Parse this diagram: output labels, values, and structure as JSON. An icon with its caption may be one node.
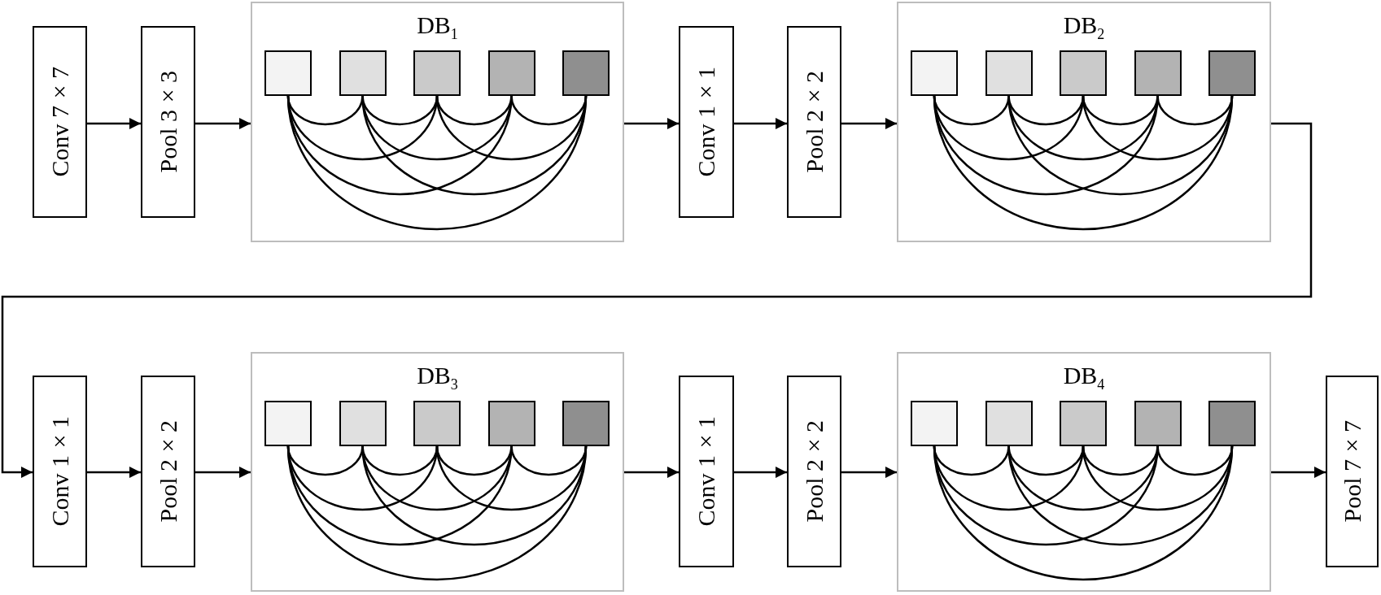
{
  "diagram": {
    "nodes": [
      {
        "text": [
          "Conv 7×7"
        ]
      },
      {
        "text": [
          "Pool 3×3"
        ]
      },
      {
        "text": [
          "DB$_{1}$"
        ]
      },
      {
        "text": [],
        "shape": "box",
        "in": 2
      },
      {
        "text": [],
        "shape": "box",
        "in": 2
      },
      {
        "text": [],
        "shape": "box",
        "in": 2
      },
      {
        "text": [],
        "shape": "box",
        "in": 2
      },
      {
        "text": [],
        "shape": "box",
        "in": 2
      },
      {
        "text": [
          "Conv 1×1"
        ]
      },
      {
        "text": [
          "Pool 2×2"
        ]
      },
      {
        "text": [
          "DB$_{2}$"
        ]
      },
      {
        "text": [],
        "shape": "box",
        "in": 10
      },
      {
        "text": [],
        "shape": "box",
        "in": 10
      },
      {
        "text": [],
        "shape": "box",
        "in": 10
      },
      {
        "text": [],
        "shape": "box",
        "in": 10
      },
      {
        "text": [],
        "shape": "box",
        "in": 10
      },
      {
        "text": [
          "Conv 1×1"
        ]
      },
      {
        "text": [
          "Pool 2×2"
        ]
      },
      {
        "text": [
          "DB$_{3}$"
        ]
      },
      {
        "text": [],
        "shape": "box",
        "in": 18
      },
      {
        "text": [],
        "shape": "box",
        "in": 18
      },
      {
        "text": [],
        "shape": "box",
        "in": 18
      },
      {
        "text": [],
        "shape": "box",
        "in": 18
      },
      {
        "text": [],
        "shape": "box",
        "in": 18
      },
      {
        "text": [
          "Conv 1×1"
        ]
      },
      {
        "text": [
          "Pool 2×2"
        ]
      },
      {
        "text": [
          "DB$_{4}$"
        ]
      },
      {
        "text": [],
        "shape": "box",
        "in": 26
      },
      {
        "text": [],
        "shape": "box",
        "in": 26
      },
      {
        "text": [],
        "shape": "box",
        "in": 26
      },
      {
        "text": [],
        "shape": "box",
        "in": 26
      },
      {
        "text": [],
        "shape": "box",
        "in": 26
      },
      {
        "text": [
          "Pool 7×7"
        ]
      }
    ],
    "edges": [
      {
        "from": 0,
        "to": 1,
        "arrow": "to"
      },
      {
        "from": 1,
        "to": 2,
        "arrow": "to"
      },
      {
        "from": 2,
        "to": 8,
        "arrow": "to"
      },
      {
        "from": 8,
        "to": 9,
        "arrow": "to"
      },
      {
        "from": 9,
        "to": 10,
        "arrow": "to"
      },
      {
        "from": 10,
        "to": 16,
        "arrow": "to"
      },
      {
        "from": 16,
        "to": 17,
        "arrow": "to"
      },
      {
        "from": 17,
        "to": 18,
        "arrow": "to"
      },
      {
        "from": 18,
        "to": 24,
        "arrow": "to"
      },
      {
        "from": 24,
        "to": 25,
        "arrow": "to"
      },
      {
        "from": 25,
        "to": 26,
        "arrow": "to"
      },
      {
        "from": 26,
        "to": 32,
        "arrow": "to"
      },
      {
        "from": 3,
        "to": 4,
        "arrow": "none"
      },
      {
        "from": 3,
        "to": 5,
        "arrow": "none"
      },
      {
        "from": 3,
        "to": 6,
        "arrow": "none"
      },
      {
        "from": 3,
        "to": 7,
        "arrow": "none"
      },
      {
        "from": 4,
        "to": 5,
        "arrow": "none"
      },
      {
        "from": 4,
        "to": 6,
        "arrow": "none"
      },
      {
        "from": 4,
        "to": 7,
        "arrow": "none"
      },
      {
        "from": 5,
        "to": 6,
        "arrow": "none"
      },
      {
        "from": 5,
        "to": 7,
        "arrow": "none"
      },
      {
        "from": 6,
        "to": 7,
        "arrow": "none"
      },
      {
        "from": 11,
        "to": 12,
        "arrow": "none"
      },
      {
        "from": 11,
        "to": 13,
        "arrow": "none"
      },
      {
        "from": 11,
        "to": 14,
        "arrow": "none"
      },
      {
        "from": 11,
        "to": 15,
        "arrow": "none"
      },
      {
        "from": 12,
        "to": 13,
        "arrow": "none"
      },
      {
        "from": 12,
        "to": 14,
        "arrow": "none"
      },
      {
        "from": 12,
        "to": 15,
        "arrow": "none"
      },
      {
        "from": 13,
        "to": 14,
        "arrow": "none"
      },
      {
        "from": 13,
        "to": 15,
        "arrow": "none"
      },
      {
        "from": 14,
        "to": 15,
        "arrow": "none"
      },
      {
        "from": 19,
        "to": 20,
        "arrow": "none"
      },
      {
        "from": 19,
        "to": 21,
        "arrow": "none"
      },
      {
        "from": 19,
        "to": 22,
        "arrow": "none"
      },
      {
        "from": 19,
        "to": 23,
        "arrow": "none"
      },
      {
        "from": 20,
        "to": 21,
        "arrow": "none"
      },
      {
        "from": 20,
        "to": 22,
        "arrow": "none"
      },
      {
        "from": 20,
        "to": 23,
        "arrow": "none"
      },
      {
        "from": 21,
        "to": 22,
        "arrow": "none"
      },
      {
        "from": 21,
        "to": 23,
        "arrow": "none"
      },
      {
        "from": 22,
        "to": 23,
        "arrow": "none"
      },
      {
        "from": 27,
        "to": 28,
        "arrow": "none"
      },
      {
        "from": 27,
        "to": 29,
        "arrow": "none"
      },
      {
        "from": 27,
        "to": 30,
        "arrow": "none"
      },
      {
        "from": 27,
        "to": 31,
        "arrow": "none"
      },
      {
        "from": 28,
        "to": 29,
        "arrow": "none"
      },
      {
        "from": 28,
        "to": 30,
        "arrow": "none"
      },
      {
        "from": 28,
        "to": 31,
        "arrow": "none"
      },
      {
        "from": 29,
        "to": 30,
        "arrow": "none"
      },
      {
        "from": 29,
        "to": 31,
        "arrow": "none"
      },
      {
        "from": 30,
        "to": 31,
        "arrow": "none"
      }
    ]
  }
}
